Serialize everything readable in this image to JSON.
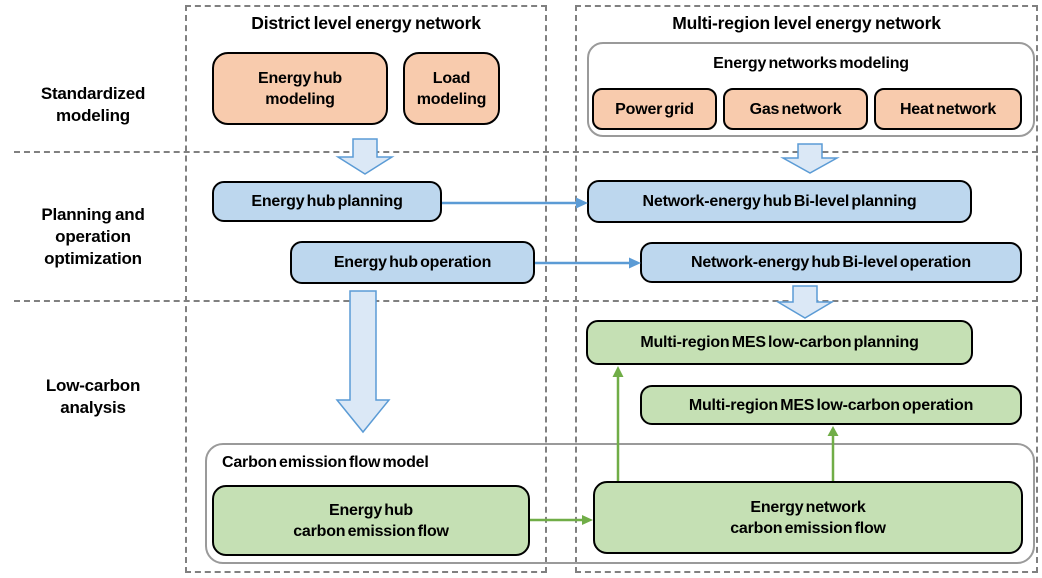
{
  "colors": {
    "background": "#FFFFFF",
    "text": "#000000",
    "orange_fill": "#F8CBAD",
    "blue_fill": "#BDD7EE",
    "green_fill": "#C5E0B4",
    "node_border": "#000000",
    "container_border": "#9A9A9A",
    "dashed_line": "#808080",
    "block_arrow_fill": "#DBE8F6",
    "block_arrow_stroke": "#5B9BD5",
    "blue_arrow": "#5B9BD5",
    "green_arrow": "#70AD47"
  },
  "row_labels": [
    {
      "lines": [
        "Standardized",
        "modeling"
      ]
    },
    {
      "lines": [
        "Planning and",
        "operation",
        "optimization"
      ]
    },
    {
      "lines": [
        "Low-carbon",
        "analysis"
      ]
    }
  ],
  "district": {
    "title": "District level energy network",
    "energy_hub_modeling": {
      "lines": [
        "Energy hub",
        "modeling"
      ]
    },
    "load_modeling": {
      "lines": [
        "Load",
        "modeling"
      ]
    },
    "energy_hub_planning": "Energy hub planning",
    "energy_hub_operation": "Energy hub operation"
  },
  "multi_region": {
    "title": "Multi-region level energy network",
    "networks_modeling": {
      "title": "Energy networks modeling",
      "items": [
        "Power grid",
        "Gas network",
        "Heat network"
      ]
    },
    "bilevel_planning": "Network-energy hub Bi-level planning",
    "bilevel_operation": "Network-energy hub Bi-level operation",
    "mes_planning": "Multi-region MES low-carbon planning",
    "mes_operation": "Multi-region MES low-carbon operation"
  },
  "carbon_flow": {
    "title": "Carbon emission flow model",
    "energy_hub_cef": {
      "lines": [
        "Energy hub",
        "carbon emission flow"
      ]
    },
    "energy_network_cef": {
      "lines": [
        "Energy network",
        "carbon emission flow"
      ]
    }
  }
}
